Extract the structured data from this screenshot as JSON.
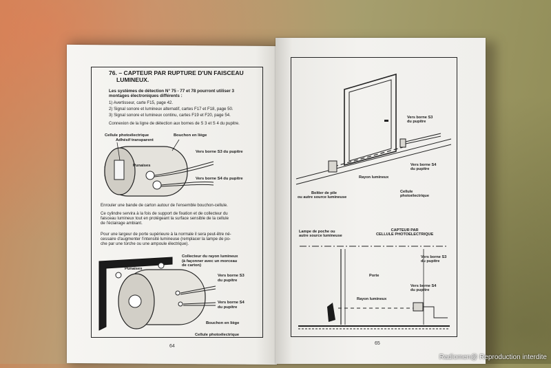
{
  "left_page": {
    "title_line1": "76. – CAPTEUR PAR RUPTURE D'UN FAISCEAU",
    "title_line2": "LUMINEUX.",
    "intro_line1": "Les systèmes de détection N° 75 - 77 et 78 pourront utiliser 3",
    "intro_line2": "montages électroniques différents :",
    "items": [
      "1) Avertisseur, carte F15, page 42.",
      "2) Signal sonore et lumineux alternatif, cartes F17 et F18, page 50.",
      "3) Signal sonore et lumineux continu, cartes F19 et F20, page 54."
    ],
    "connexion": "Connexion de la ligne de détection aux bornes de S 3 et S 4 du pupitre.",
    "fig1": {
      "label_cellule_1": "Cellule photoélectrique",
      "label_cellule_2": "Adhésif transparent",
      "label_bouchon": "Bouchon en liège",
      "label_s3": "Vers borne S3 du pupitre",
      "label_punaises": "Punaises",
      "label_s4": "Vers borne S4 du pupitre"
    },
    "para1": "Enrouler une bande de carton autour de l'ensemble bouchon-cellule.",
    "para2_l1": "Ce cylindre servira à la fois de support de fixation et de collecteur du",
    "para2_l2": "faisceau lumineux tout en protégeant la surface sensible de la cellule",
    "para2_l3": "de l'éclairage ambiant.",
    "para3_l1": "Pour une largeur de porte supérieure à la normale il sera peut-être né-",
    "para3_l2": "cessaire d'augmenter l'intensité lumineuse (remplacer la lampe de po-",
    "para3_l3": "che par une torche ou une ampoule électrique).",
    "fig2": {
      "label_collecteur_1": "Collecteur du rayon lumineux",
      "label_collecteur_2": "(à façonner avec un morceau",
      "label_collecteur_3": "de carton)",
      "label_punaises": "Punaises",
      "label_s3_1": "Vers borne S3",
      "label_s3_2": "du pupitre",
      "label_s4_1": "Vers borne S4",
      "label_s4_2": "du pupitre",
      "label_bouchon": "Bouchon en liège",
      "label_cellule": "Cellule photoélectrique"
    },
    "page_number": "64"
  },
  "right_page": {
    "fig_top": {
      "label_s3_1": "Vers borne S3",
      "label_s3_2": "du pupitre",
      "label_s4_1": "Vers borne S4",
      "label_s4_2": "du pupitre",
      "label_rayon": "Rayon lumineux",
      "label_cellule_1": "Cellule",
      "label_cellule_2": "photoélectrique",
      "label_boitier_1": "Boîtier de pile",
      "label_boitier_2": "ou autre source lumineuse"
    },
    "fig_bottom": {
      "label_lampe_1": "Lampe de poche ou",
      "label_lampe_2": "autre source lumineuse",
      "label_capteur_1": "CAPTEUR PAR",
      "label_capteur_2": "CELLULE PHOTOELECTRIQUE",
      "label_s3_1": "Vers borne S3",
      "label_s3_2": "du pupitre",
      "label_porte": "Porte",
      "label_s4_1": "Vers borne S4",
      "label_s4_2": "du pupitre",
      "label_rayon": "Rayon lumineux"
    },
    "page_number": "65"
  },
  "watermark": "Radiomen@ Reproduction interdite"
}
